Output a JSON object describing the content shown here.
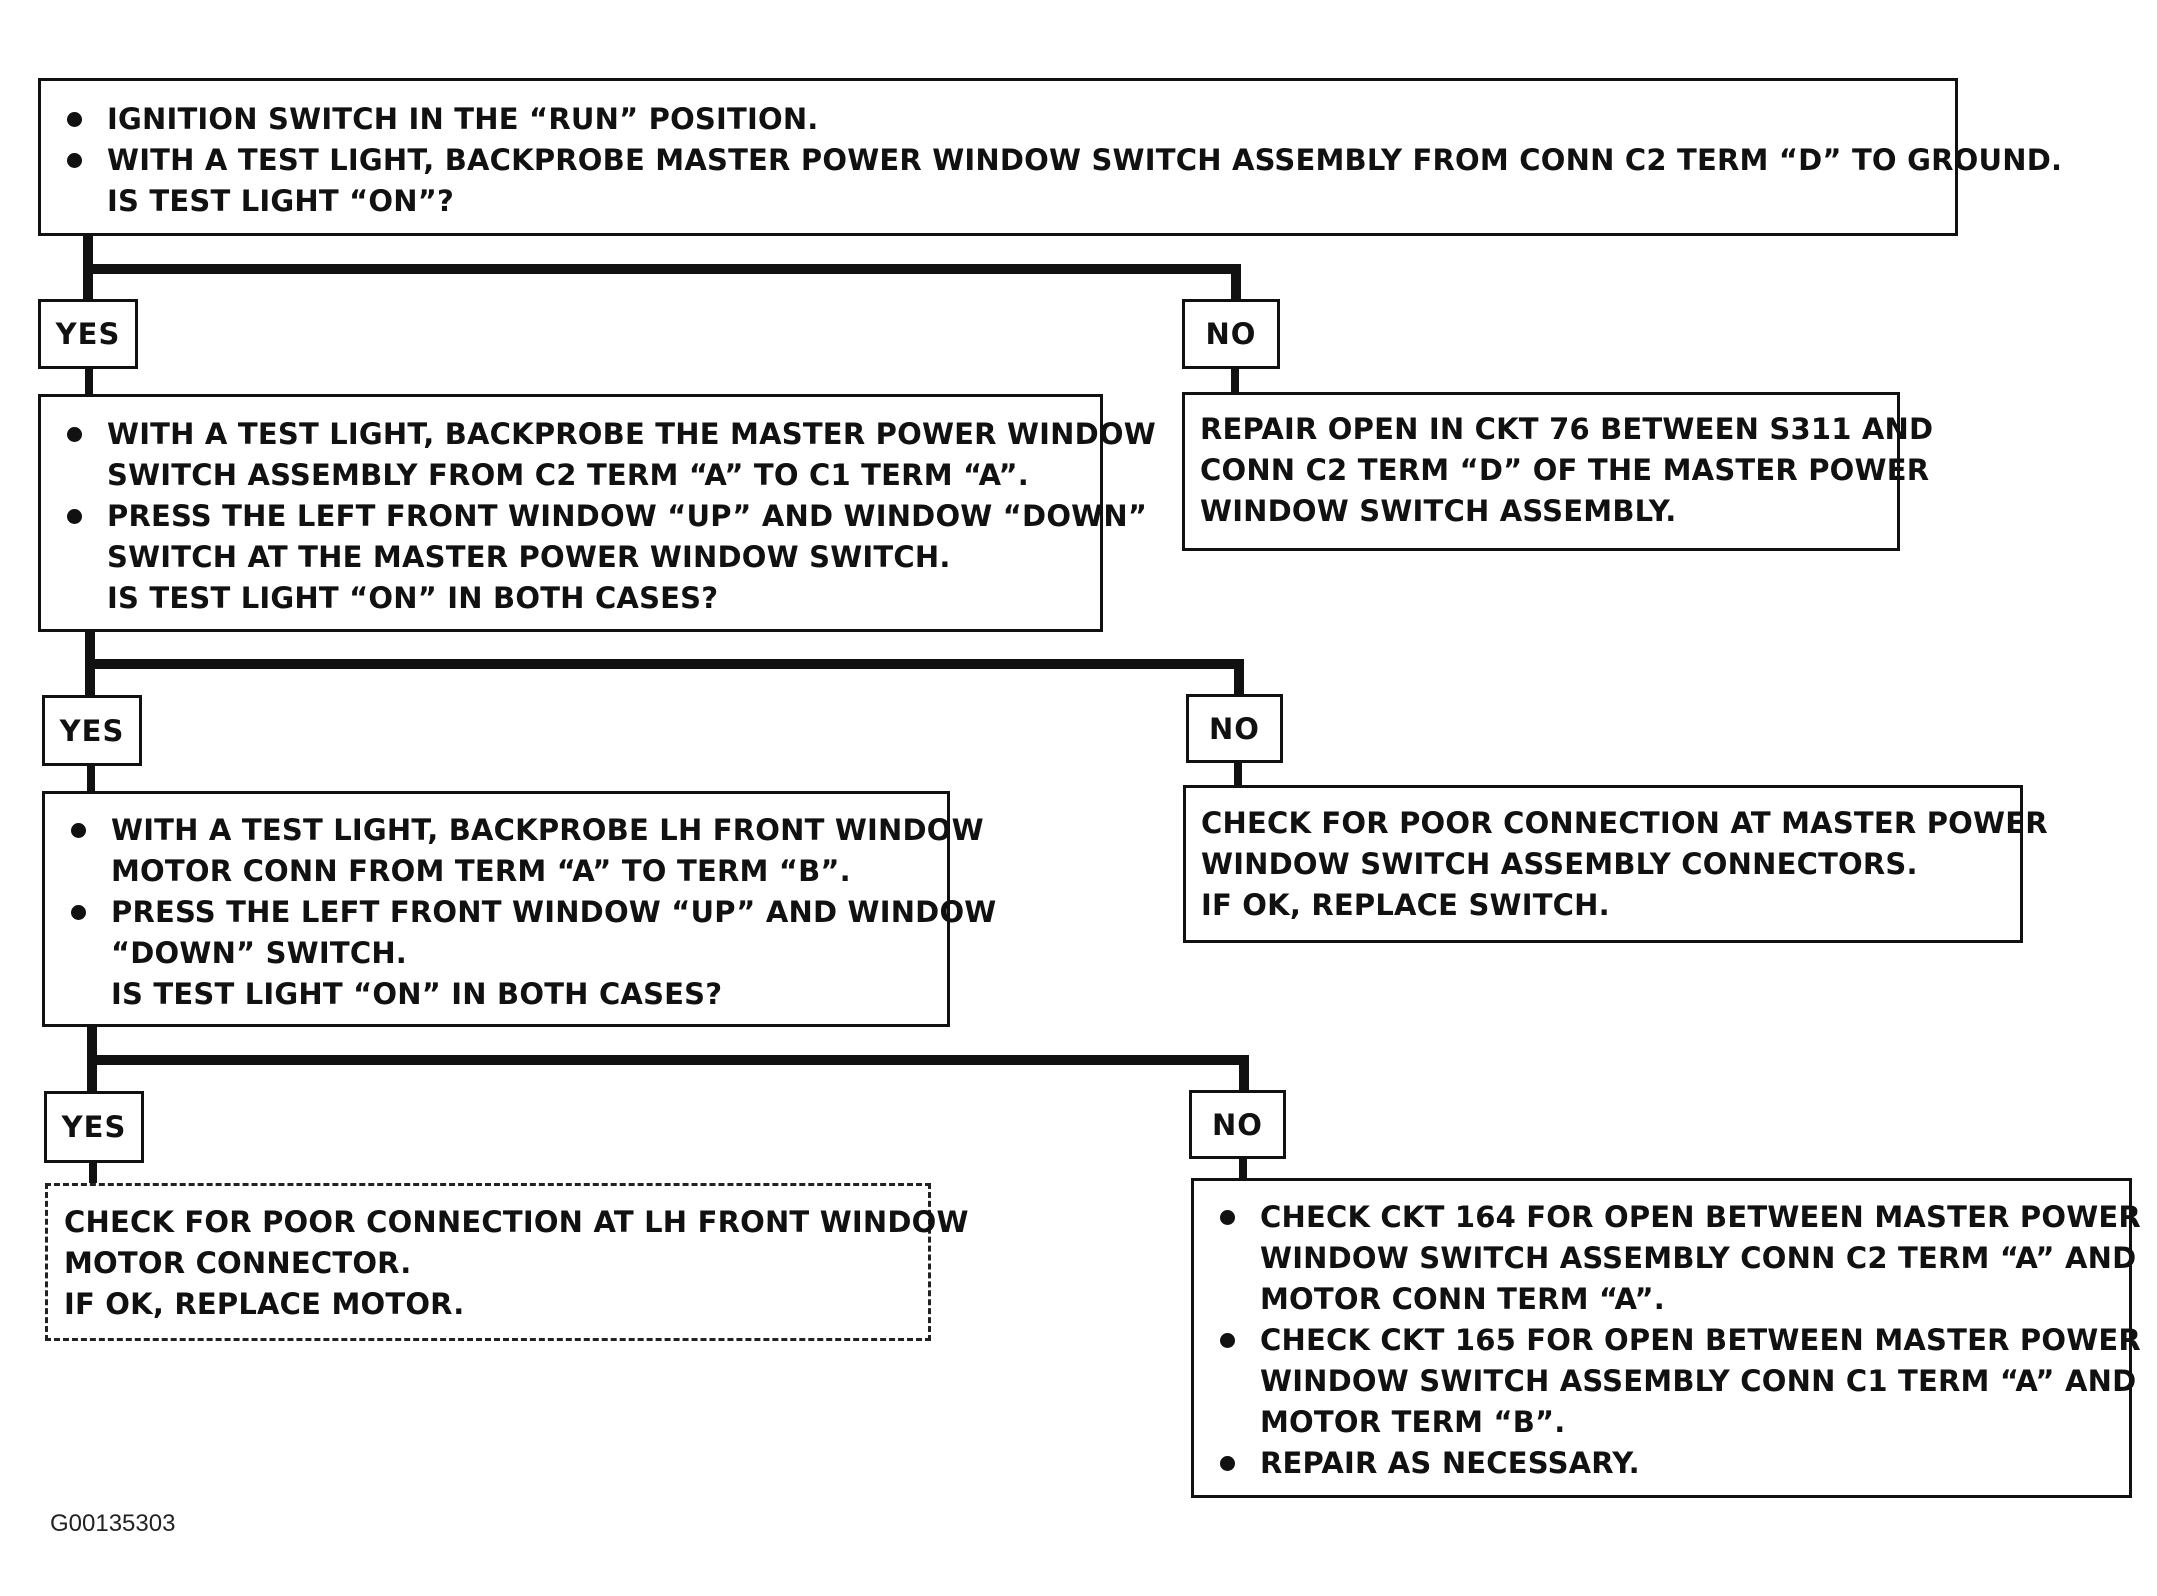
{
  "flowchart": {
    "step1": {
      "bullets": [
        [
          "IGNITION SWITCH IN THE “RUN” POSITION."
        ],
        [
          "WITH A TEST LIGHT, BACKPROBE MASTER POWER WINDOW SWITCH ASSEMBLY FROM CONN C2 TERM “D” TO GROUND."
        ]
      ],
      "question": "IS TEST LIGHT “ON”?"
    },
    "step1_yes_label": "YES",
    "step1_no_label": "NO",
    "step1_no_result": [
      "REPAIR OPEN IN CKT 76 BETWEEN S311 AND",
      "CONN C2 TERM “D” OF THE MASTER POWER",
      "WINDOW SWITCH ASSEMBLY."
    ],
    "step2": {
      "bullets": [
        [
          "WITH A TEST LIGHT, BACKPROBE THE MASTER POWER WINDOW",
          "SWITCH ASSEMBLY FROM C2 TERM “A” TO C1 TERM “A”."
        ],
        [
          "PRESS THE LEFT FRONT WINDOW “UP” AND WINDOW “DOWN”",
          "SWITCH AT THE MASTER POWER WINDOW SWITCH."
        ]
      ],
      "question": "IS TEST LIGHT “ON” IN BOTH CASES?"
    },
    "step2_yes_label": "YES",
    "step2_no_label": "NO",
    "step2_no_result": [
      "CHECK FOR POOR CONNECTION AT MASTER POWER",
      "WINDOW SWITCH ASSEMBLY CONNECTORS.",
      "IF OK, REPLACE SWITCH."
    ],
    "step3": {
      "bullets": [
        [
          "WITH A TEST LIGHT, BACKPROBE LH FRONT WINDOW",
          "MOTOR CONN FROM TERM “A” TO TERM “B”."
        ],
        [
          "PRESS THE LEFT FRONT WINDOW “UP” AND WINDOW",
          "“DOWN” SWITCH."
        ]
      ],
      "question": "IS TEST LIGHT “ON” IN BOTH CASES?"
    },
    "step3_yes_label": "YES",
    "step3_no_label": "NO",
    "step3_yes_result": [
      "CHECK FOR POOR CONNECTION AT LH FRONT WINDOW",
      "MOTOR CONNECTOR.",
      "IF OK, REPLACE MOTOR."
    ],
    "step3_no_result": {
      "bullets": [
        [
          "CHECK CKT 164 FOR OPEN BETWEEN MASTER POWER",
          "WINDOW SWITCH ASSEMBLY CONN C2 TERM “A” AND",
          "MOTOR CONN TERM “A”."
        ],
        [
          "CHECK CKT 165 FOR OPEN BETWEEN MASTER POWER",
          "WINDOW SWITCH ASSEMBLY CONN C1 TERM “A” AND",
          "MOTOR TERM “B”."
        ],
        [
          "REPAIR AS NECESSARY."
        ]
      ]
    }
  },
  "figure_id": "G00135303"
}
